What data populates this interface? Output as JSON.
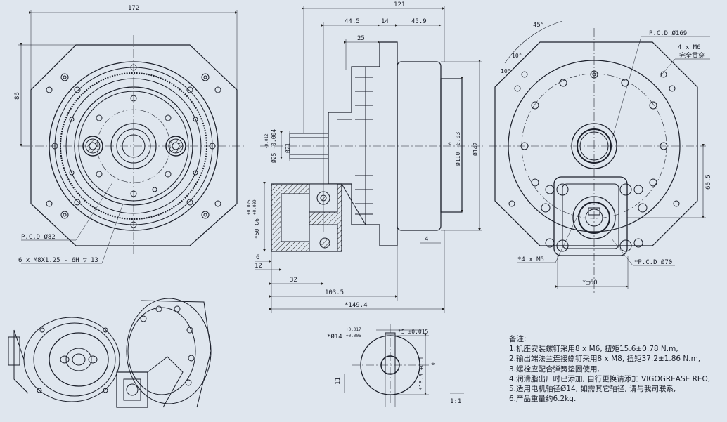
{
  "dims": {
    "front_width": "172",
    "front_height": "86",
    "front_pcd": "P.C.D Ø82",
    "front_holes": "6 x M8X1.25 - 6H ▽ 13",
    "side_overall_top": "121",
    "side_44": "44.5",
    "side_14": "14",
    "side_45": "45.9",
    "side_25": "25",
    "side_shaft_dia": "Ø25 -0.004",
    "side_shaft_tol": "-0.012",
    "side_shaft_inner": "Ø21",
    "side_pilot": "*50 G6",
    "side_pilot_tol1": "+0.025",
    "side_pilot_tol2": "+0.009",
    "side_110": "Ø110 -0.03",
    "side_110_tol": "0",
    "side_147": "Ø147",
    "side_4": "4",
    "side_6": "6",
    "side_12": "12",
    "side_32": "32",
    "side_103": "103.5",
    "side_149": "*149.4",
    "rear_45deg": "45°",
    "rear_angle1": "10°",
    "rear_angle2": "10°",
    "rear_pcd169": "P.C.D Ø169",
    "rear_m6": "4 x M6",
    "rear_m6_note": "完全贯穿",
    "rear_605": "60.5",
    "rear_m5": "*4 x M5",
    "rear_pcd70": "*P.C.D Ø70",
    "rear_sq60": "*□60",
    "sect_dia": "*Ø14",
    "sect_dia_tol1": "+0.017",
    "sect_dia_tol2": "+0.006",
    "sect_key": "*5 ±0.015",
    "sect_11": "11",
    "sect_163": "*16.3 +0.1",
    "sect_163_tol": "0",
    "sect_ratio": "1:1"
  },
  "notes": {
    "title": "备注:",
    "lines": [
      "1.机座安装螺钉采用8 x M6, 扭矩15.6±0.78 N.m,",
      "2.输出端法兰连接螺钉采用8 x M8, 扭矩37.2±1.86 N.m,",
      "3.螺栓应配合弹簧垫圈使用,",
      "4.润滑脂出厂时已添加, 自行更换请添加 VIGOGREASE REO,",
      "5.适用电机轴径Ø14, 如需其它轴径, 请与我司联系,",
      "6.产品重量约6.2kg."
    ]
  }
}
